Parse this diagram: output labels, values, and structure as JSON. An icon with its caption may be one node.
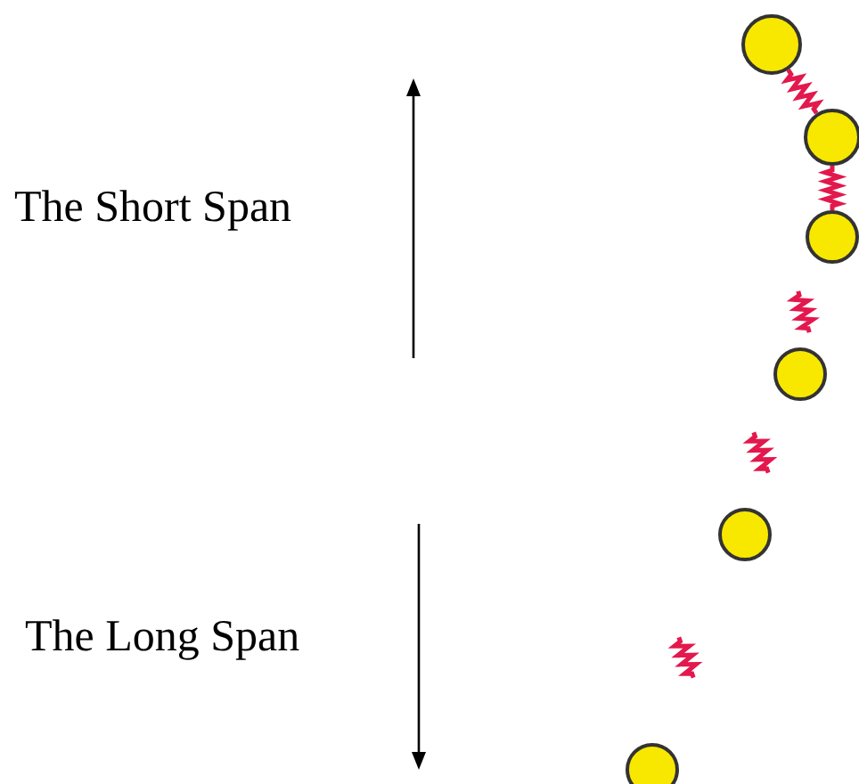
{
  "diagram": {
    "nodes": [
      {
        "text": [],
        "shape": "circle"
      },
      {
        "text": [],
        "shape": "circle"
      },
      {
        "text": [],
        "shape": "circle"
      },
      {
        "text": [],
        "shape": "circle"
      },
      {
        "text": [],
        "shape": "circle"
      },
      {
        "text": [],
        "shape": "circle"
      }
    ],
    "edges": [
      {
        "from": 0,
        "to": 1,
        "arrow": "none"
      },
      {
        "from": 1,
        "to": 2,
        "arrow": "none"
      }
    ],
    "labels": [
      "The Short Span",
      "The Long Span"
    ]
  }
}
